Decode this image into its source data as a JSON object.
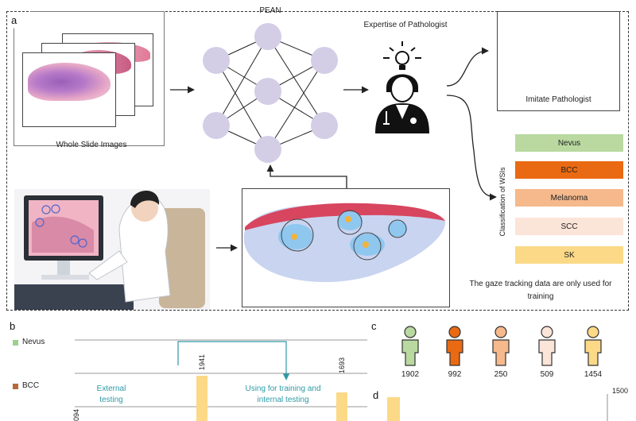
{
  "panels": {
    "a": "a",
    "b": "b",
    "c": "c",
    "d": "d"
  },
  "wsi": {
    "caption": "Whole Slide Images"
  },
  "network": {
    "title": "PEAN"
  },
  "pathologist": {
    "title": "Expertise of Pathologist"
  },
  "imitate": {
    "caption": "Imitate Pathologist"
  },
  "classification": {
    "axis_label": "Classification of WSIs",
    "classes": [
      {
        "label": "Nevus",
        "color": "#b9d9a0"
      },
      {
        "label": "BCC",
        "color": "#e96a12"
      },
      {
        "label": "Melanoma",
        "color": "#f5b98c"
      },
      {
        "label": "SCC",
        "color": "#fbe4d8"
      },
      {
        "label": "SK",
        "color": "#fbd986"
      }
    ]
  },
  "gaze_note": {
    "line1": "The gaze tracking data are only used for",
    "line2": "training"
  },
  "panel_b": {
    "legend": [
      {
        "label": "Nevus",
        "color": "#9fcf8c"
      },
      {
        "label": "BCC",
        "color": "#b56a3a"
      }
    ],
    "external": {
      "line1": "External",
      "line2": "testing"
    },
    "internal": {
      "line1": "Using for training and",
      "line2": "internal testing"
    },
    "bar_labels": [
      "1941",
      "1693",
      "094"
    ],
    "accent_color": "#2f9aa6"
  },
  "panel_c": {
    "counts": [
      "1902",
      "992",
      "250",
      "509",
      "1454"
    ],
    "colors": [
      "#b9d9a0",
      "#e96a12",
      "#f5b98c",
      "#fbe4d8",
      "#fbd986"
    ]
  },
  "panel_d": {
    "tick": "1500"
  }
}
